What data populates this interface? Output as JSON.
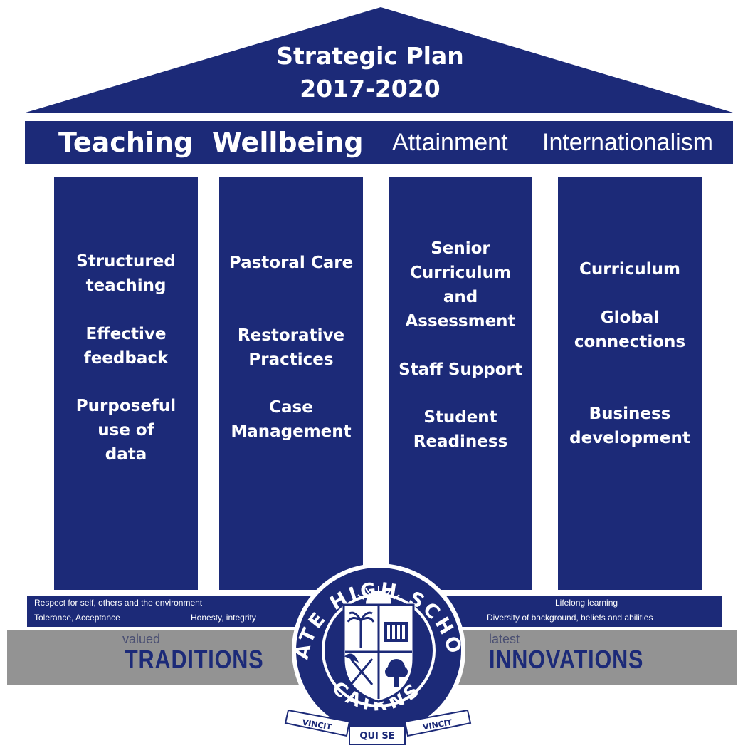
{
  "roof": {
    "title_line1": "Strategic Plan",
    "title_line2": "2017-2020"
  },
  "beam": {
    "teaching": "Teaching",
    "wellbeing": "Wellbeing",
    "attainment": "Attainment",
    "internationalism": "Internationalism"
  },
  "columns": [
    {
      "items": [
        "Structured\nteaching",
        "Effective\nfeedback",
        "Purposeful\nuse of\ndata"
      ]
    },
    {
      "items": [
        "Pastoral Care",
        "Restorative\nPractices",
        "Case\nManagement"
      ]
    },
    {
      "items": [
        "Senior\nCurriculum\nand\nAssessment",
        "Staff Support",
        "Student\nReadiness"
      ]
    },
    {
      "items": [
        "Curriculum",
        "Global\nconnections",
        "Business\ndevelopment"
      ]
    }
  ],
  "values": {
    "left_line1": "Respect for self, others and the environment",
    "left_line2a": "Tolerance, Acceptance",
    "left_line2b": "Honesty, integrity",
    "right_line1": "Lifelong learning",
    "right_line2": "Diversity of background, beliefs and abilities"
  },
  "base": {
    "left_small": "valued",
    "left_big": "TRADITIONS",
    "right_small": "latest",
    "right_big": "INNOVATIONS"
  },
  "crest": {
    "arc_text": "STATE HIGH SCHOOL",
    "bottom_text": "CAIRNS",
    "motto_left": "VINCIT",
    "motto_center": "QUI SE",
    "motto_right": "VINCIT"
  },
  "colors": {
    "navy": "#1c2a78",
    "base_grey": "#939393",
    "white": "#ffffff"
  }
}
